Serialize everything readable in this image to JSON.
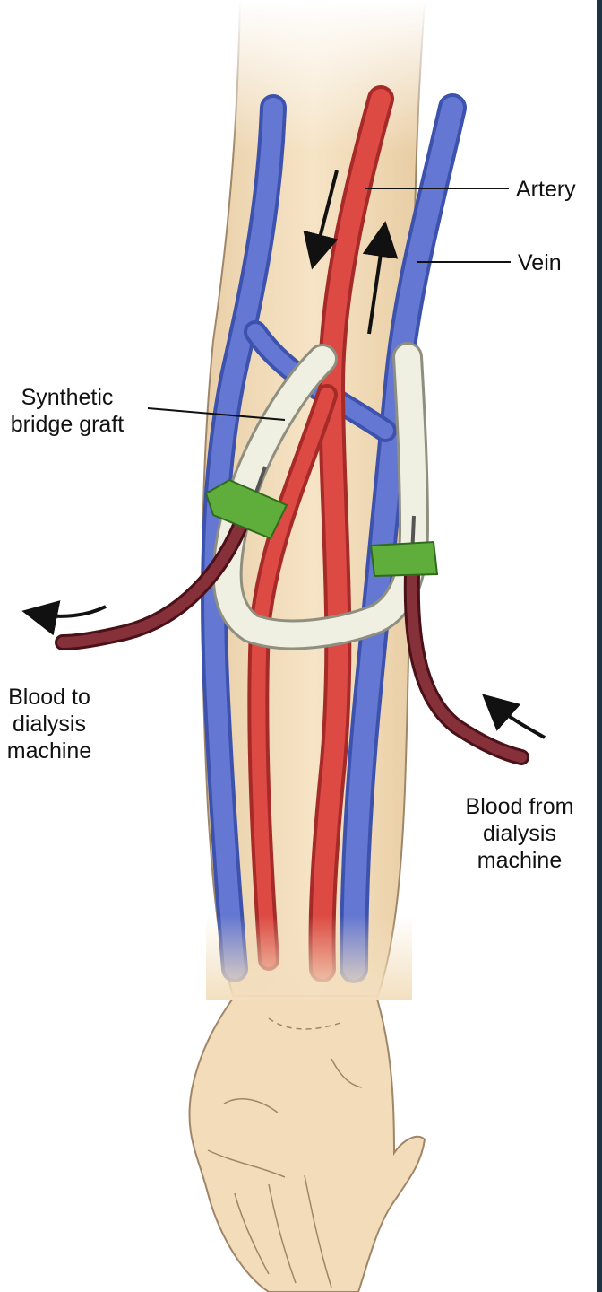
{
  "labels": {
    "artery": "Artery",
    "vein": "Vein",
    "graft_line1": "Synthetic",
    "graft_line2": "bridge graft",
    "to_machine_line1": "Blood to",
    "to_machine_line2": "dialysis",
    "to_machine_line3": "machine",
    "from_machine_line1": "Blood from",
    "from_machine_line2": "dialysis",
    "from_machine_line3": "machine"
  },
  "colors": {
    "skin": "#f3dfbf",
    "skin_outline": "#a08668",
    "artery": "#d9413c",
    "vein": "#5a6fc9",
    "graft": "#eeeee0",
    "clamp": "#62b040",
    "tube": "#7a1f28",
    "edge_bar": "#1d3346"
  }
}
